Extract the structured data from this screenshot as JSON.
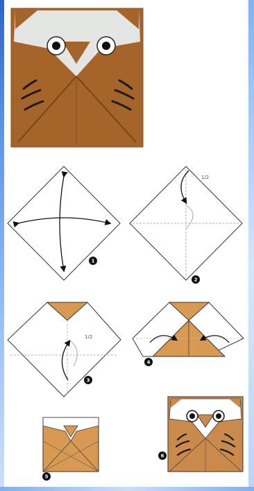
{
  "title": "",
  "colors": {
    "paper_brown": "#a5652a",
    "paper_brown_light": "#c98a4b",
    "diagram_orange": "#d89a52",
    "face_white": "#e4e6e3",
    "background_blue": "#5d95ea"
  },
  "steps": [
    {
      "number": "1",
      "fraction": ""
    },
    {
      "number": "2",
      "fraction": "1/2"
    },
    {
      "number": "3",
      "fraction": "1/2"
    },
    {
      "number": "4",
      "fraction": ""
    },
    {
      "number": "5",
      "fraction": ""
    },
    {
      "number": "6",
      "fraction": ""
    }
  ],
  "icons": [
    "owl-photo",
    "fold-arrow-icon",
    "step-number-badge"
  ]
}
